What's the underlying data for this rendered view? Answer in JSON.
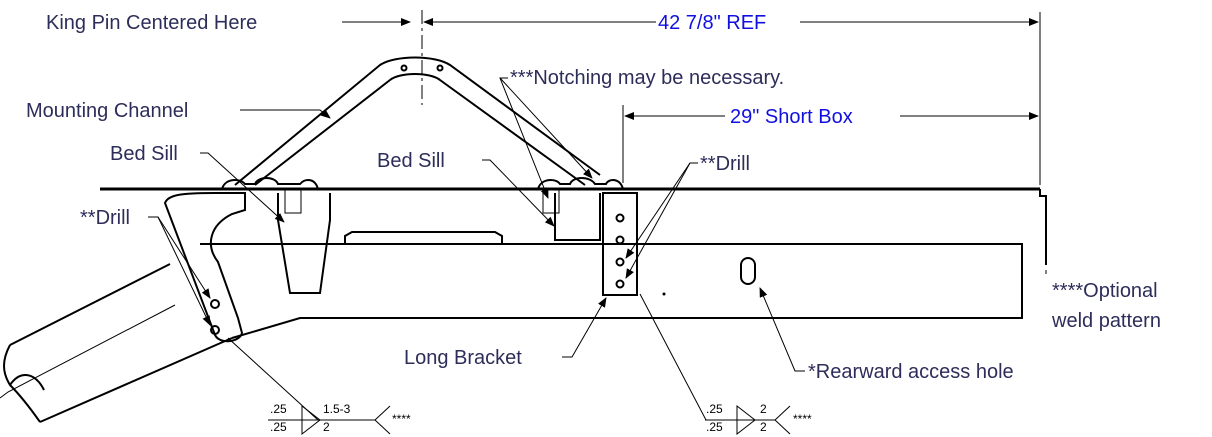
{
  "labels": {
    "king_pin": "King Pin Centered Here",
    "ref_dim": "42 7/8\" REF",
    "mounting_channel": "Mounting Channel",
    "notching": "***Notching may be necessary.",
    "short_box": "29\" Short Box",
    "bed_sill_left": "Bed Sill",
    "bed_sill_right": "Bed Sill",
    "drill_right": "**Drill",
    "drill_left": "**Drill",
    "optional_weld_line1": "****Optional",
    "optional_weld_line2": "weld pattern",
    "long_bracket": "Long Bracket",
    "rearward_access": "*Rearward access hole"
  },
  "weld_left": {
    "top_size": ".25",
    "bottom_size": ".25",
    "top_pitch": "1.5-3",
    "bottom_pitch": "2",
    "tail": "****"
  },
  "weld_right": {
    "top_size": ".25",
    "bottom_size": ".25",
    "top_pitch": "2",
    "bottom_pitch": "2",
    "tail": "****"
  },
  "colors": {
    "dimension": "#1010e0",
    "label": "#2d2d5a",
    "line": "#000000"
  }
}
